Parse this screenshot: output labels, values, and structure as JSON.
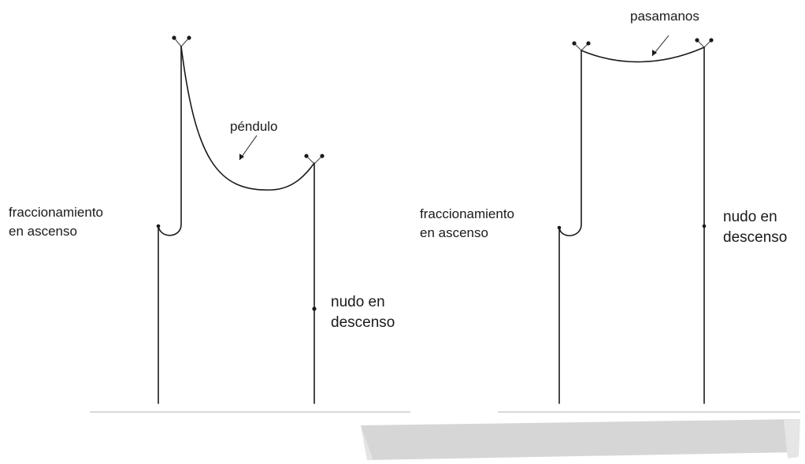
{
  "diagrams": [
    {
      "id": "pendulo",
      "labels": {
        "main": "péndulo",
        "fractionation_line1": "fraccionamiento",
        "fractionation_line2": "en ascenso",
        "knot_line1": "nudo en",
        "knot_line2": "descenso"
      }
    },
    {
      "id": "pasamanos",
      "labels": {
        "main": "pasamanos",
        "fractionation_line1": "fraccionamiento",
        "fractionation_line2": "en ascenso",
        "knot_line1": "nudo en",
        "knot_line2": "descenso"
      }
    }
  ],
  "colors": {
    "ink": "#1a1a1a",
    "ground": "#cccccc",
    "smudge": "#d6d6d6"
  }
}
